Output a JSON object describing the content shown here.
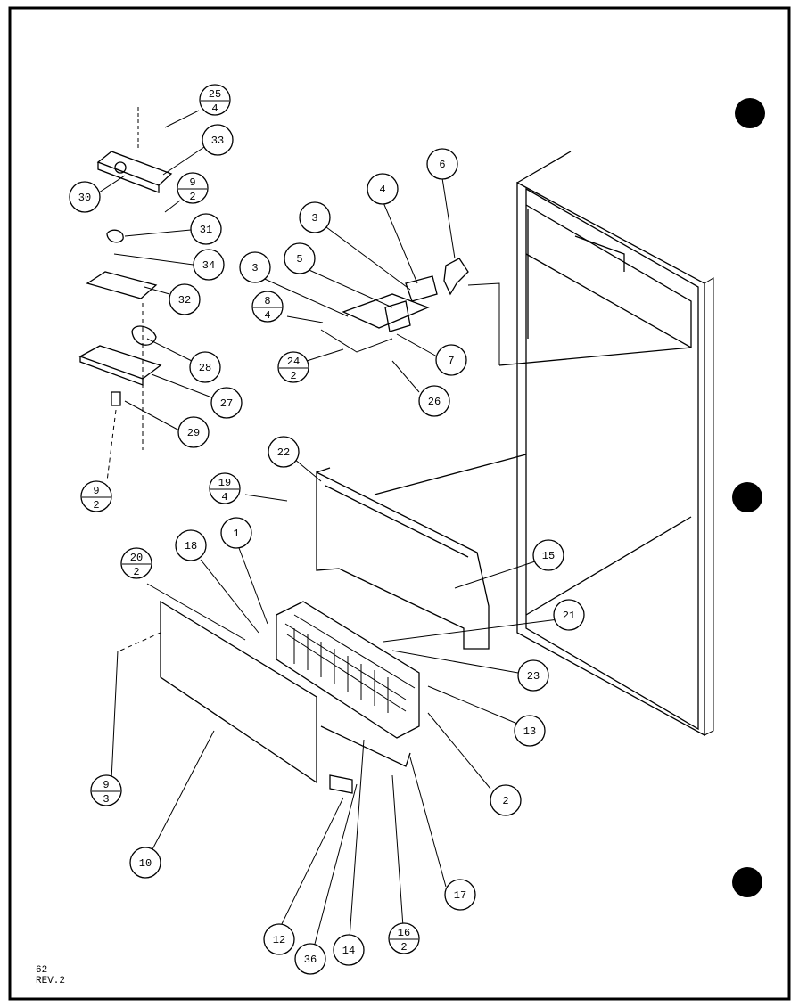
{
  "page": {
    "ref_number": "62",
    "revision": "REV.2"
  },
  "callouts": [
    {
      "id": "c25-4",
      "kind": "fraction",
      "num": "25",
      "den": "4"
    },
    {
      "id": "c33",
      "kind": "single",
      "label": "33"
    },
    {
      "id": "c30",
      "kind": "single",
      "label": "30"
    },
    {
      "id": "c9-2a",
      "kind": "fraction",
      "num": "9",
      "den": "2"
    },
    {
      "id": "c31",
      "kind": "single",
      "label": "31"
    },
    {
      "id": "c34",
      "kind": "single",
      "label": "34"
    },
    {
      "id": "c32",
      "kind": "single",
      "label": "32"
    },
    {
      "id": "c28",
      "kind": "single",
      "label": "28"
    },
    {
      "id": "c27",
      "kind": "single",
      "label": "27"
    },
    {
      "id": "c29",
      "kind": "single",
      "label": "29"
    },
    {
      "id": "c9-2b",
      "kind": "fraction",
      "num": "9",
      "den": "2"
    },
    {
      "id": "c6",
      "kind": "single",
      "label": "6"
    },
    {
      "id": "c4",
      "kind": "single",
      "label": "4"
    },
    {
      "id": "c3a",
      "kind": "single",
      "label": "3"
    },
    {
      "id": "c5",
      "kind": "single",
      "label": "5"
    },
    {
      "id": "c3b",
      "kind": "single",
      "label": "3"
    },
    {
      "id": "c8-4",
      "kind": "fraction",
      "num": "8",
      "den": "4"
    },
    {
      "id": "c24-2",
      "kind": "fraction",
      "num": "24",
      "den": "2"
    },
    {
      "id": "c7",
      "kind": "single",
      "label": "7"
    },
    {
      "id": "c26",
      "kind": "single",
      "label": "26"
    },
    {
      "id": "c22",
      "kind": "single",
      "label": "22"
    },
    {
      "id": "c19-4",
      "kind": "fraction",
      "num": "19",
      "den": "4"
    },
    {
      "id": "c1",
      "kind": "single",
      "label": "1"
    },
    {
      "id": "c18",
      "kind": "single",
      "label": "18"
    },
    {
      "id": "c20-2",
      "kind": "fraction",
      "num": "20",
      "den": "2"
    },
    {
      "id": "c15",
      "kind": "single",
      "label": "15"
    },
    {
      "id": "c21",
      "kind": "single",
      "label": "21"
    },
    {
      "id": "c23",
      "kind": "single",
      "label": "23"
    },
    {
      "id": "c13",
      "kind": "single",
      "label": "13"
    },
    {
      "id": "c2",
      "kind": "single",
      "label": "2"
    },
    {
      "id": "c9-3",
      "kind": "fraction",
      "num": "9",
      "den": "3"
    },
    {
      "id": "c10",
      "kind": "single",
      "label": "10"
    },
    {
      "id": "c17",
      "kind": "single",
      "label": "17"
    },
    {
      "id": "c12",
      "kind": "single",
      "label": "12"
    },
    {
      "id": "c36",
      "kind": "single",
      "label": "36"
    },
    {
      "id": "c14",
      "kind": "single",
      "label": "14"
    },
    {
      "id": "c16-2",
      "kind": "fraction",
      "num": "16",
      "den": "2"
    }
  ]
}
